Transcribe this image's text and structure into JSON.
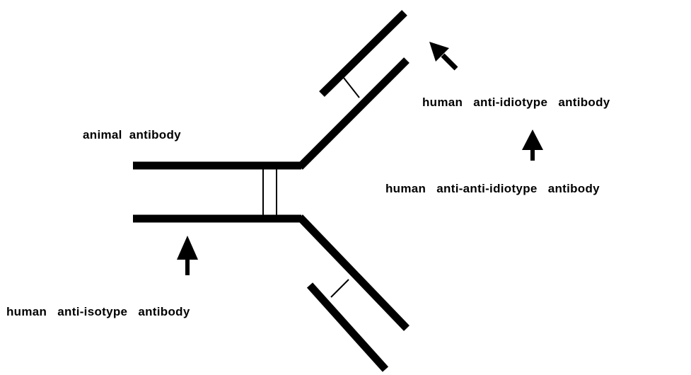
{
  "diagram": {
    "labels": {
      "animal_antibody": "animal  antibody",
      "anti_idiotype": "human   anti-idiotype   antibody",
      "anti_anti_idiotype": "human   anti-anti-idiotype   antibody",
      "anti_isotype": "human   anti-isotype   antibody"
    },
    "colors": {
      "ink": "#000000",
      "background": "#ffffff"
    }
  }
}
